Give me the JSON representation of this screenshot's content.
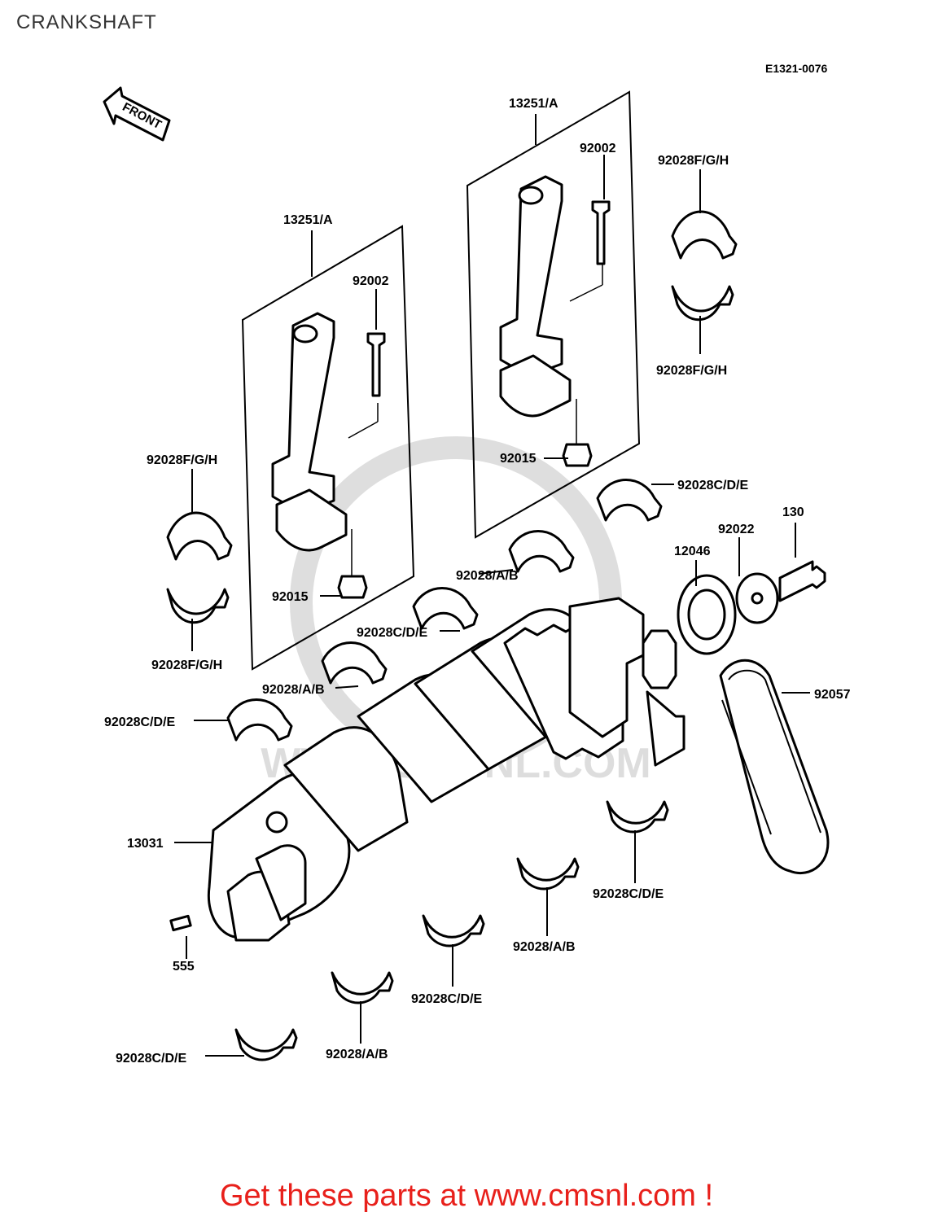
{
  "page": {
    "title": "CRANKSHAFT",
    "diagram_code": "E1321-0076",
    "front_label": "FRONT",
    "cta": "Get these parts at www.cmsnl.com !",
    "watermark": "WWW.CMSNL.COM"
  },
  "parts": {
    "rod_left": "13251/A",
    "rod_right": "13251/A",
    "bolt_left": "92002",
    "bolt_right": "92002",
    "nut_left": "92015",
    "nut_right": "92015",
    "bearing_fgh_1": "92028F/G/H",
    "bearing_fgh_2": "92028F/G/H",
    "bearing_fgh_3": "92028F/G/H",
    "bearing_fgh_4": "92028F/G/H",
    "bearing_cde_1": "92028C/D/E",
    "bearing_cde_2": "92028C/D/E",
    "bearing_cde_3": "92028C/D/E",
    "bearing_cde_4": "92028C/D/E",
    "bearing_cde_5": "92028C/D/E",
    "bearing_cde_6": "92028C/D/E",
    "bearing_ab_1": "92028/A/B",
    "bearing_ab_2": "92028/A/B",
    "bearing_ab_3": "92028/A/B",
    "bearing_ab_4": "92028/A/B",
    "bolt_130": "130",
    "washer": "92022",
    "sprocket": "12046",
    "chain": "92057",
    "crankshaft": "13031",
    "pin": "555"
  }
}
